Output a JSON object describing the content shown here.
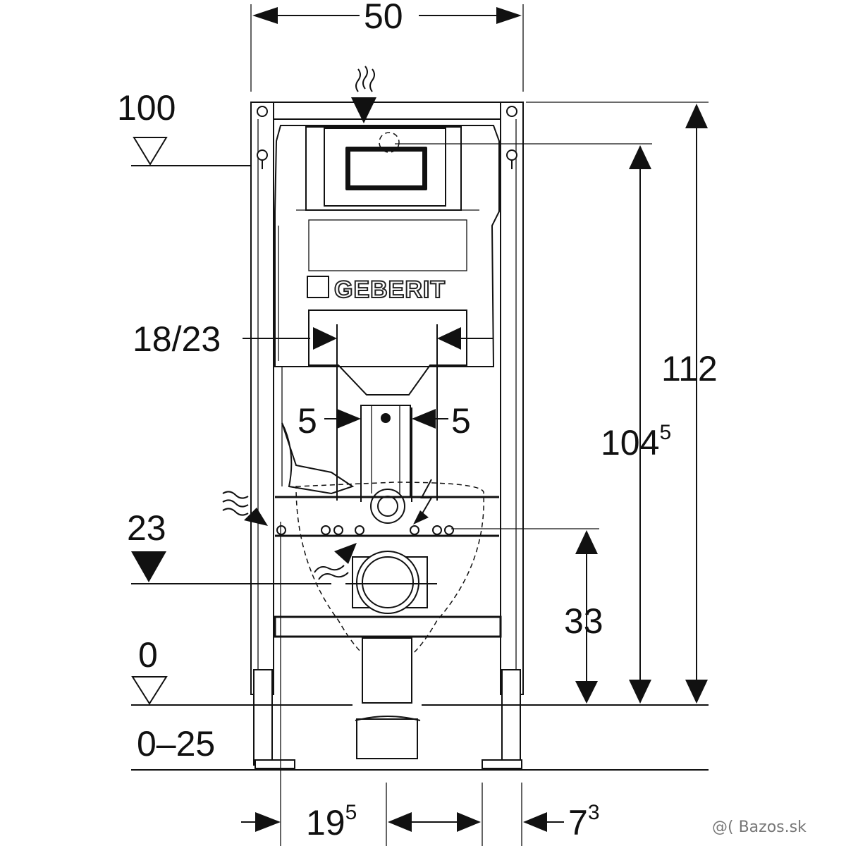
{
  "dimensions": {
    "width": "50",
    "height_ref": "100",
    "total_height": "112",
    "top_dim_base": "104",
    "top_dim_sup": "5",
    "spacing_18_23": "18/23",
    "offset_left": "5",
    "offset_right": "5",
    "supply_height": "23",
    "drain_height": "33",
    "floor_level": "0",
    "adjust_range": "0–25",
    "bottom_left_base": "19",
    "bottom_left_sup": "5",
    "bottom_right_base": "7",
    "bottom_right_sup": "3"
  },
  "brand": {
    "logo": "GEBERIT"
  },
  "watermark": {
    "text": "@( Bazos.sk"
  },
  "colors": {
    "line": "#111111",
    "background": "#ffffff"
  }
}
